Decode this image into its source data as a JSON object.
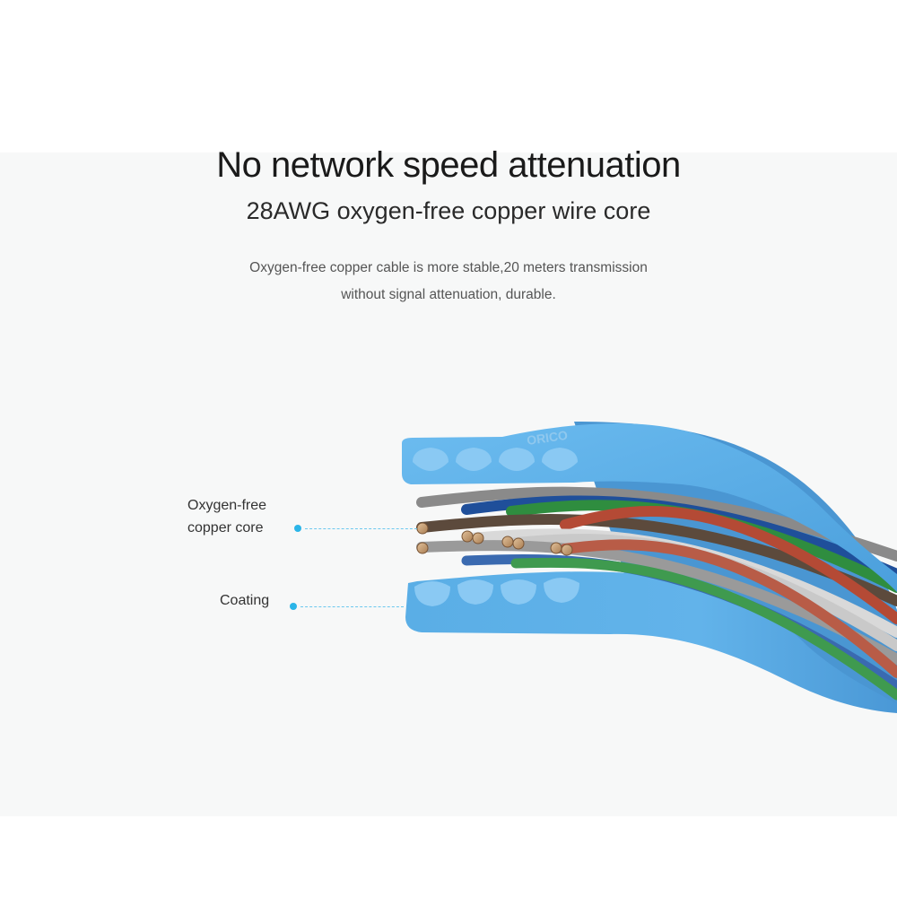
{
  "heading": {
    "title": "No network speed attenuation",
    "subtitle": "28AWG oxygen-free copper wire core",
    "description_line1": "Oxygen-free copper cable is more stable,20 meters transmission",
    "description_line2": "without signal attenuation, durable."
  },
  "callouts": {
    "core_line1": "Oxygen-free",
    "core_line2": "copper core",
    "coating": "Coating"
  },
  "brand_mark": "ORICO",
  "colors": {
    "cable_blue": "#5aaee6",
    "cable_blue_dark": "#3f8fcf",
    "copper": "#c8a079",
    "callout_accent": "#2bb5e8",
    "background_panel": "#f7f8f8"
  },
  "icons": {
    "core_marker": "dot",
    "coating_marker": "dot"
  }
}
